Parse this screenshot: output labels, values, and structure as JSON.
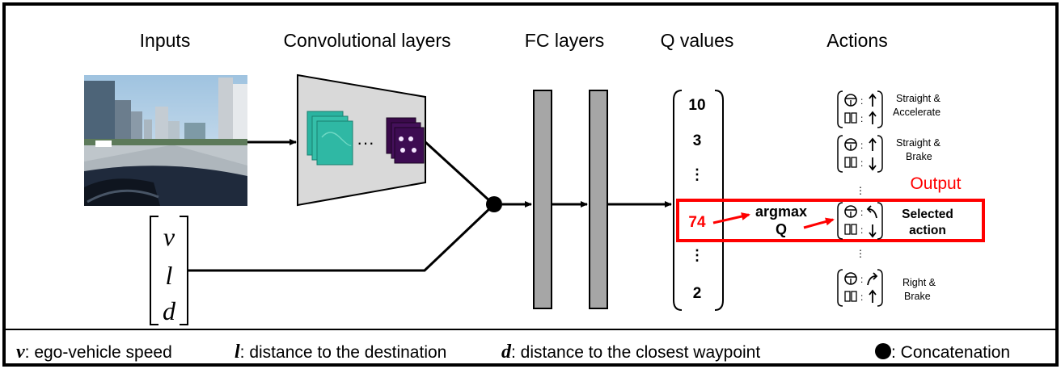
{
  "headers": {
    "inputs": "Inputs",
    "conv": "Convolutional layers",
    "fc": "FC layers",
    "q": "Q values",
    "actions": "Actions"
  },
  "input_vector": [
    "v",
    "l",
    "d"
  ],
  "conv_ellipsis": "···",
  "q_values": {
    "v1": "10",
    "v2": "3",
    "dots": "⋮",
    "selected": "74",
    "v_last": "2"
  },
  "argmax": {
    "line1": "argmax",
    "line2": "Q"
  },
  "output_label": "Output",
  "actions": {
    "a1": {
      "line1": "Straight &",
      "line2": "Accelerate"
    },
    "a2": {
      "line1": "Straight &",
      "line2": "Brake"
    },
    "selected": {
      "line1": "Selected",
      "line2": "action"
    },
    "last": {
      "line1": "Right &",
      "line2": "Brake"
    },
    "dots": "⋮"
  },
  "legend": {
    "v_sym": "v",
    "v_text": ": ego-vehicle speed",
    "l_sym": "l",
    "l_text": ": distance to the destination",
    "d_sym": "d",
    "d_text": ": distance to the closest waypoint",
    "c_text": ": Concatenation"
  },
  "colors": {
    "highlight": "#ff0000",
    "fc_bar": "#a6a6a6",
    "conv_fill": "#d9d9d9",
    "feature_teal": "#2ab3a0",
    "feature_purple": "#3a0a4a"
  }
}
